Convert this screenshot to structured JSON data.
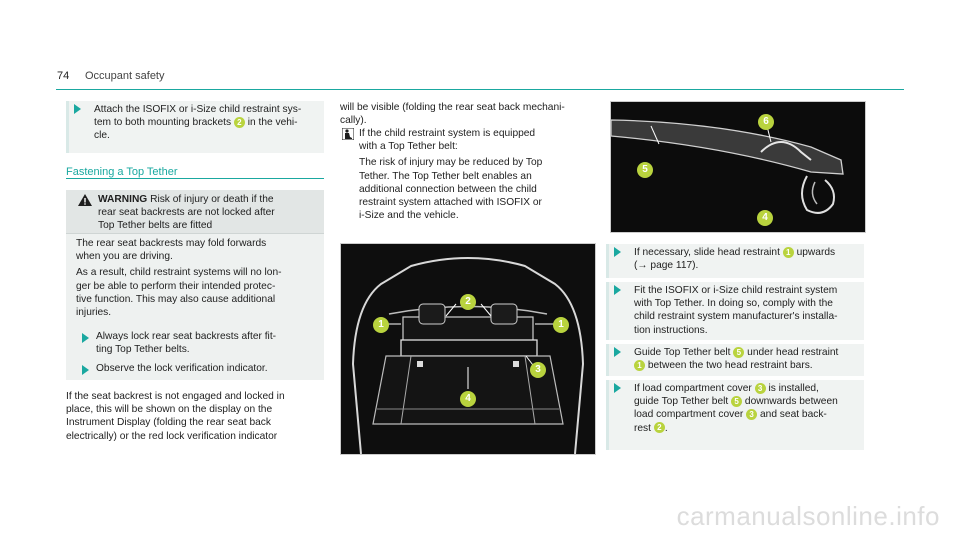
{
  "header": {
    "page_number": "74",
    "title": "Occupant safety"
  },
  "col1": {
    "step1": [
      "Attach the ISOFIX or i-Size child restraint sys-",
      "tem to both mounting brackets",
      "in the vehi-",
      "cle."
    ],
    "step1_num": "2",
    "section_title": "Fastening a Top Tether",
    "warning": {
      "label": "WARNING",
      "head_lines": [
        "Risk of injury or death if the",
        "rear seat backrests are not locked after",
        "Top Tether belts are fitted"
      ],
      "body_lines": [
        "The rear seat backrests may fold forwards",
        "when you are driving.",
        "As a result, child restraint systems will no lon-",
        "ger be able to perform their intended protec-",
        "tive function. This may also cause additional",
        "injuries."
      ],
      "step_a": [
        "Always lock rear seat backrests after fit-",
        "ting Top Tether belts."
      ],
      "step_b": "Observe the lock verification indicator."
    },
    "para": [
      "If the seat backrest is not engaged and locked in",
      "place, this will be shown on the display on the",
      "Instrument Display (folding the rear seat back",
      "electrically) or the red lock verification indicator"
    ]
  },
  "col2": {
    "para": [
      "will be visible (folding the rear seat back mechani-",
      "cally)."
    ],
    "note": [
      "If the child restraint system is equipped",
      "with a Top Tether belt:",
      "The risk of injury may be reduced by Top",
      "Tether. The Top Tether belt enables an",
      "additional connection between the child",
      "restraint system attached with ISOFIX or",
      "i-Size and the vehicle."
    ],
    "figure_labels": [
      "1",
      "2",
      "1",
      "3",
      "4"
    ]
  },
  "col3": {
    "figure_labels": [
      "6",
      "5",
      "4"
    ],
    "steps": [
      {
        "lines": [
          "If necessary, slide head restraint",
          "upwards",
          "(→ page 117)."
        ],
        "nums": [
          "1"
        ]
      },
      {
        "lines": [
          "Fit the ISOFIX or i-Size child restraint system",
          "with Top Tether. In doing so, comply with the",
          "child restraint system manufacturer's installa-",
          "tion instructions."
        ],
        "nums": []
      },
      {
        "lines": [
          "Guide Top Tether belt",
          "under head restraint",
          "between the two head restraint bars."
        ],
        "nums": [
          "5",
          "1"
        ]
      },
      {
        "lines": [
          "If load compartment cover",
          "is installed,",
          "guide Top Tether belt",
          "downwards between",
          "load compartment cover",
          "and seat back-",
          "rest",
          "."
        ],
        "nums": [
          "3",
          "5",
          "3",
          "2"
        ]
      }
    ]
  },
  "watermark": "carmanualsonline.info"
}
